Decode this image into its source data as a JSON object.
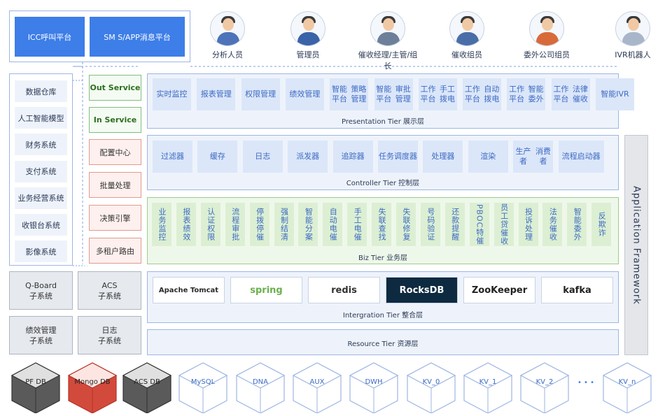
{
  "top_platforms": [
    "ICC呼叫平台",
    "SM S/APP消息平台"
  ],
  "roles": [
    "分析人员",
    "管理员",
    "催收经理/主管/组长",
    "催收组员",
    "委外公司组员",
    "IVR机器人"
  ],
  "left_systems": [
    "数据仓库",
    "人工智能模型",
    "财务系统",
    "支付系统",
    "业务经营系统",
    "收银台系统",
    "影像系统"
  ],
  "services": {
    "out": "Out Service",
    "in": "In Service"
  },
  "red_items": [
    "配置中心",
    "批量处理",
    "决策引擎",
    "多租户路由"
  ],
  "subsystems": [
    [
      "Q-Board",
      "子系统"
    ],
    [
      "ACS",
      "子系统"
    ],
    [
      "绩效管理",
      "子系统"
    ],
    [
      "日志",
      "子系统"
    ]
  ],
  "presentation": {
    "label": "Presentation Tier  展示层",
    "items": [
      [
        "实时监控"
      ],
      [
        "报表管理"
      ],
      [
        "权限管理"
      ],
      [
        "绩效管理"
      ],
      [
        "智能平台",
        "策略管理"
      ],
      [
        "智能平台",
        "审批管理"
      ],
      [
        "工作平台",
        "手工拨电"
      ],
      [
        "工作平台",
        "自动拨电"
      ],
      [
        "工作平台",
        "智能委外"
      ],
      [
        "工作平台",
        "法律催收"
      ],
      [
        "智能IVR"
      ]
    ]
  },
  "controller": {
    "label": "Controller Tier  控制层",
    "items": [
      [
        "过滤器"
      ],
      [
        "缓存"
      ],
      [
        "日志"
      ],
      [
        "派发器"
      ],
      [
        "追踪器"
      ],
      [
        "任务调度器"
      ],
      [
        "处理器"
      ],
      [
        "渲染"
      ],
      [
        "生产者",
        "消费者"
      ],
      [
        "流程启动器"
      ]
    ]
  },
  "biz": {
    "label": "Biz Tier  业务层",
    "items": [
      "业务监控",
      "报表绩效",
      "认证权限",
      "流程审批",
      "停拨停催",
      "强制结清",
      "智能分案",
      "自动电催",
      "手工电催",
      "失联查找",
      "失联修复",
      "号码验证",
      "还款提醒",
      "PBOC特催",
      "员工贷催收",
      "投诉处理",
      "法务催收",
      "智能委外",
      "反欺诈"
    ]
  },
  "integration": {
    "label": "Intergration Tier  整合层",
    "items": [
      "Apache Tomcat",
      "spring",
      "redis",
      "RocksDB",
      "ZooKeeper",
      "kafka"
    ]
  },
  "resource": {
    "label": "Resource Tier  资源层"
  },
  "app_framework": "Application Framework",
  "databases": [
    {
      "name": "PF DB",
      "style": "dark"
    },
    {
      "name": "Mongo DB",
      "style": "red"
    },
    {
      "name": "ACS DB",
      "style": "dark"
    },
    {
      "name": "MySQL",
      "style": "light"
    },
    {
      "name": "DNA",
      "style": "light"
    },
    {
      "name": "AUX",
      "style": "light"
    },
    {
      "name": "DWH",
      "style": "light"
    },
    {
      "name": "KV_0",
      "style": "light"
    },
    {
      "name": "KV_1",
      "style": "light"
    },
    {
      "name": "KV_2",
      "style": "light"
    },
    {
      "name": "KV_n",
      "style": "light"
    }
  ],
  "ellipsis": "• • •",
  "colors": {
    "accent": "#3d7ee8",
    "tier_bg": "#eef3fb",
    "green": "#dcefd3",
    "red": "#fdf0ee"
  }
}
